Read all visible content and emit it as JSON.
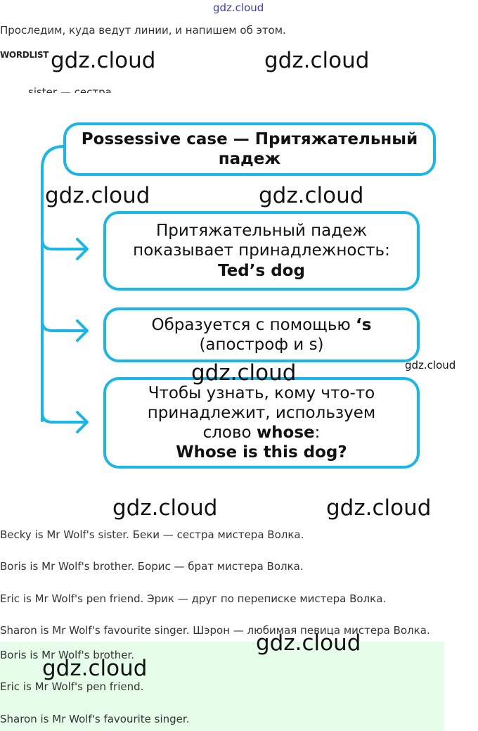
{
  "watermark": "gdz.cloud",
  "intro": "Проследим, куда ведут линии, и напишем об этом.",
  "wordlist_label": "WORDLIST",
  "wordlist_cut_text": "sister — сестра",
  "diagram": {
    "title": "Possessive case — Притяжательный падеж",
    "box2_line1": "Притяжательный падеж",
    "box2_line2": "показывает принадлежность:",
    "box2_example": "Ted’s dog",
    "box3_text": "Образуется с помощью",
    "box3_mark": "‘s",
    "box3_line2": "(апостроф и s)",
    "box4_line1": "Чтобы узнать, кому что-то",
    "box4_line2": "принадлежит, используем",
    "box4_line3_pre": "слово",
    "box4_word": "whose",
    "box4_colon": ":",
    "box4_question": "Whose is this dog?"
  },
  "sentences": [
    "Becky is Mr Wolf's sister. Беки — сестра мистера Волка.",
    "Boris is Mr Wolf's brother. Борис — брат мистера Волка.",
    "Eric is Mr Wolf's pen friend. Эрик — друг по переписке мистера Волка.",
    "Sharon is Mr Wolf's favourite singer. Шэрон — любимая певица мистера Волка."
  ],
  "answers": [
    "Boris is Mr Wolf's brother.",
    "Eric is Mr Wolf's pen friend.",
    "Sharon is Mr Wolf's favourite singer."
  ],
  "colors": {
    "accent": "#19b7e8",
    "answer_bg": "#e6fde9"
  }
}
